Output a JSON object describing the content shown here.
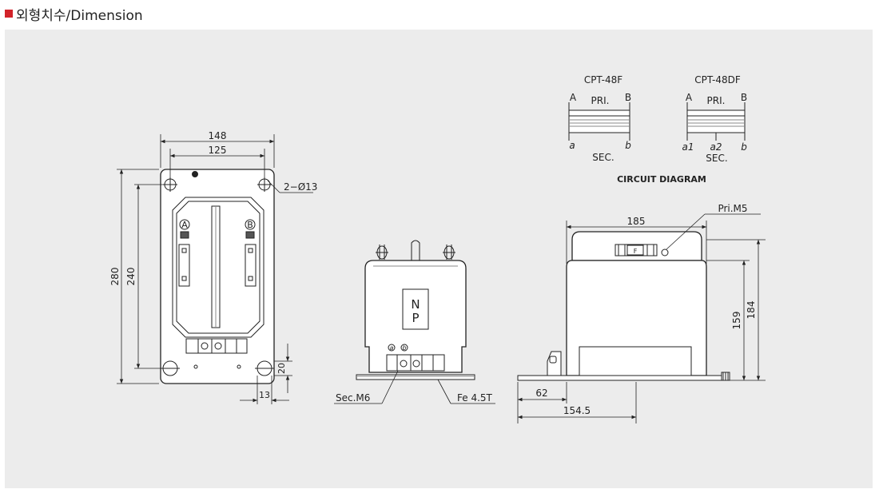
{
  "header": {
    "title": "외형치수/Dimension",
    "marker_color": "#d2232a"
  },
  "circuit": {
    "caption": "CIRCUIT DIAGRAM",
    "left": {
      "model": "CPT-48F",
      "pri": "PRI.",
      "A": "A",
      "B": "B",
      "a": "a",
      "b": "b",
      "sec": "SEC."
    },
    "right": {
      "model": "CPT-48DF",
      "pri": "PRI.",
      "A": "A",
      "B": "B",
      "a1": "a1",
      "a2": "a2",
      "b": "b",
      "sec": "SEC."
    }
  },
  "front": {
    "dim_width_outer": "148",
    "dim_width_holes": "125",
    "dim_height_outer": "280",
    "dim_height_holes": "240",
    "hole_callout": "2−Ø13",
    "terminal_A": "A",
    "terminal_B": "B",
    "dim_slot_h": "20",
    "dim_slot_w": "13"
  },
  "side": {
    "label_N": "N",
    "label_P": "P",
    "terminal_a": "a",
    "terminal_b": "b",
    "sec_callout": "Sec.M6",
    "fe_callout": "Fe 4.5T"
  },
  "end": {
    "dim_width": "185",
    "pri_callout": "Pri.M5",
    "dim_h1": "159",
    "dim_h2": "184",
    "dim_62": "62",
    "dim_1545": "154.5",
    "f_label": "F"
  }
}
